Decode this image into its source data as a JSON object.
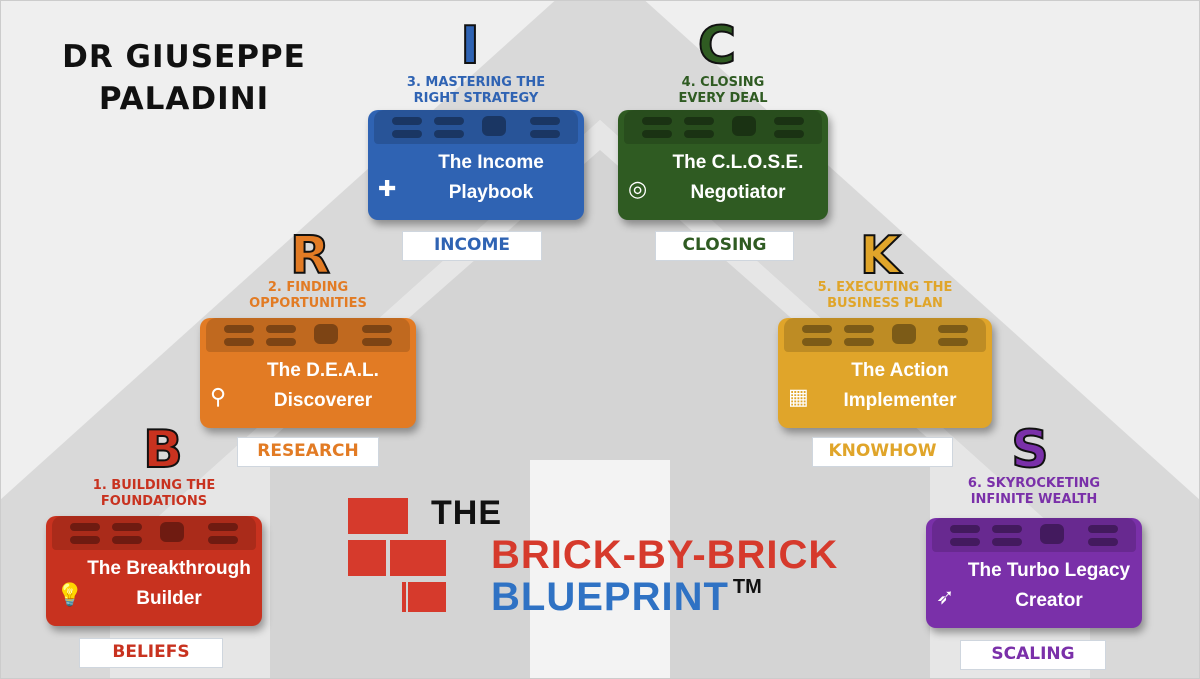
{
  "author": {
    "line1": "DR GIUSEPPE",
    "line2": "PALADINI"
  },
  "logo": {
    "the": "THE",
    "line1": "BRICK-BY-BRICK",
    "line2": "BLUEPRINT",
    "tm": "TM"
  },
  "steps": [
    {
      "letter": "B",
      "caption1": "1. BUILDING THE",
      "caption2": "FOUNDATIONS",
      "brick1": "The Breakthrough",
      "brick2": "Builder",
      "tag": "BELIEFS",
      "icon": "lightbulb-icon",
      "color": "#c8321f"
    },
    {
      "letter": "R",
      "caption1": "2. FINDING",
      "caption2": "OPPORTUNITIES",
      "brick1": "The D.E.A.L.",
      "brick2": "Discoverer",
      "tag": "RESEARCH",
      "icon": "magnifier-icon",
      "color": "#e27b24"
    },
    {
      "letter": "I",
      "caption1": "3.  MASTERING THE",
      "caption2": "RIGHT STRATEGY",
      "brick1": "The Income",
      "brick2": "Playbook",
      "tag": "INCOME",
      "icon": "puzzle-icon",
      "color": "#2f63b3"
    },
    {
      "letter": "C",
      "caption1": "4. CLOSING",
      "caption2": "EVERY DEAL",
      "brick1": "The C.L.O.S.E.",
      "brick2": "Negotiator",
      "tag": "CLOSING",
      "icon": "target-icon",
      "color": "#2f5b22"
    },
    {
      "letter": "K",
      "caption1": "5. EXECUTING THE",
      "caption2": "BUSINESS PLAN",
      "brick1": "The Action",
      "brick2": "Implementer",
      "tag": "KNOWHOW",
      "icon": "presentation-icon",
      "color": "#e0a52a"
    },
    {
      "letter": "S",
      "caption1": "6. SKYROCKETING",
      "caption2": "INFINITE WEALTH",
      "brick1": "The Turbo Legacy",
      "brick2": "Creator",
      "tag": "SCALING",
      "icon": "rocket-icon",
      "color": "#7a30a9"
    }
  ]
}
